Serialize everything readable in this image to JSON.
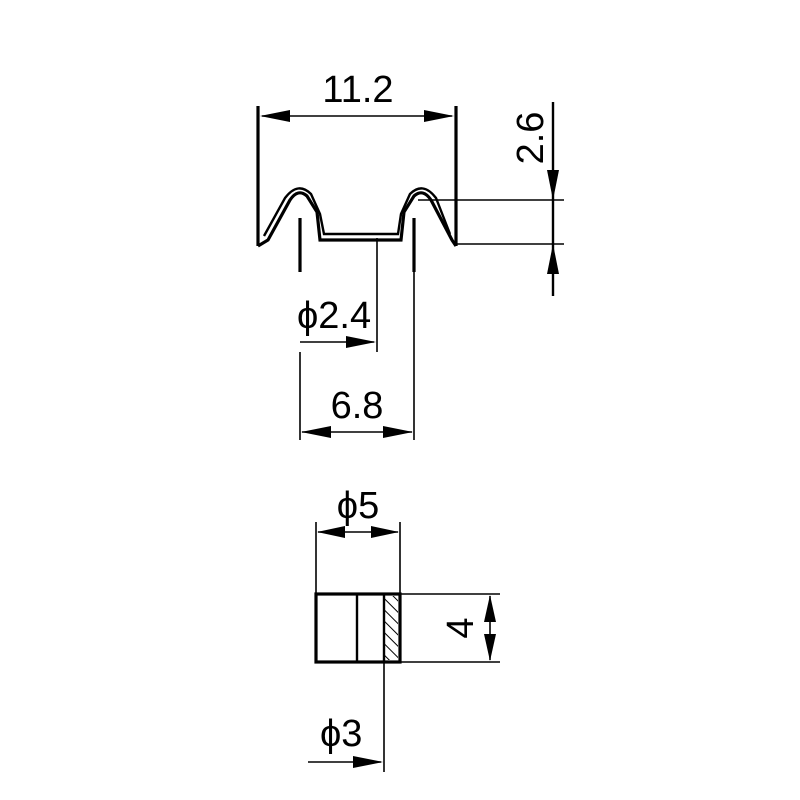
{
  "dimensions": {
    "width_total": "11.2",
    "height_groove": "2.6",
    "dia_inner": "ϕ2.4",
    "span": "6.8",
    "dia_outer_sleeve": "ϕ5",
    "sleeve_length": "4",
    "dia_inner_sleeve": "ϕ3"
  },
  "colors": {
    "line": "#000000",
    "background": "#ffffff"
  }
}
